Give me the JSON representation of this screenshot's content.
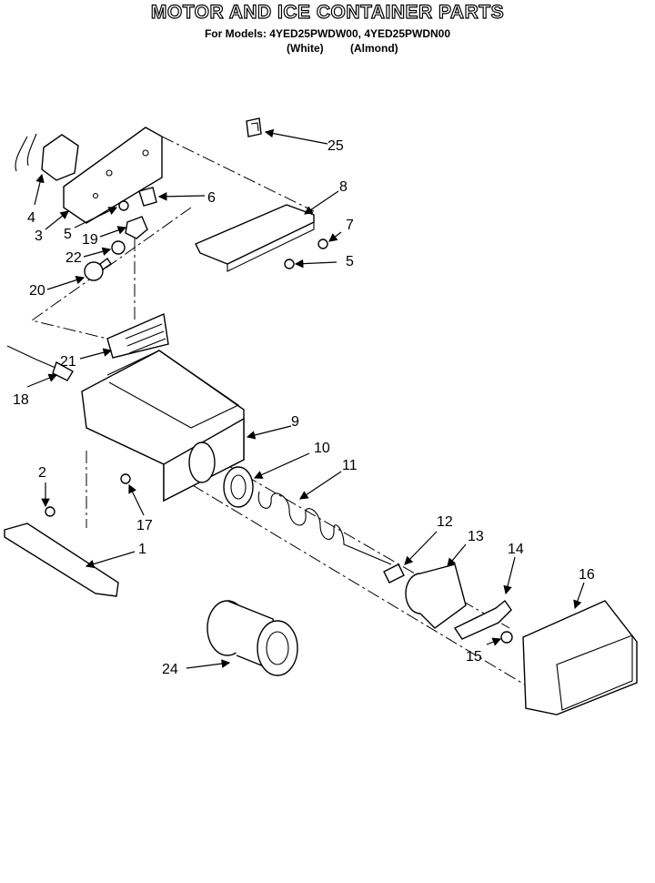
{
  "header": {
    "title": "MOTOR AND ICE CONTAINER PARTS",
    "models": "For Models: 4YED25PWDW00, 4YED25PWDN00",
    "color_white": "(White)",
    "color_almond": "(Almond)"
  },
  "callouts": [
    "1",
    "2",
    "3",
    "4",
    "5",
    "5",
    "6",
    "7",
    "8",
    "9",
    "10",
    "11",
    "12",
    "13",
    "14",
    "15",
    "16",
    "17",
    "18",
    "19",
    "20",
    "21",
    "22",
    "24",
    "25"
  ]
}
